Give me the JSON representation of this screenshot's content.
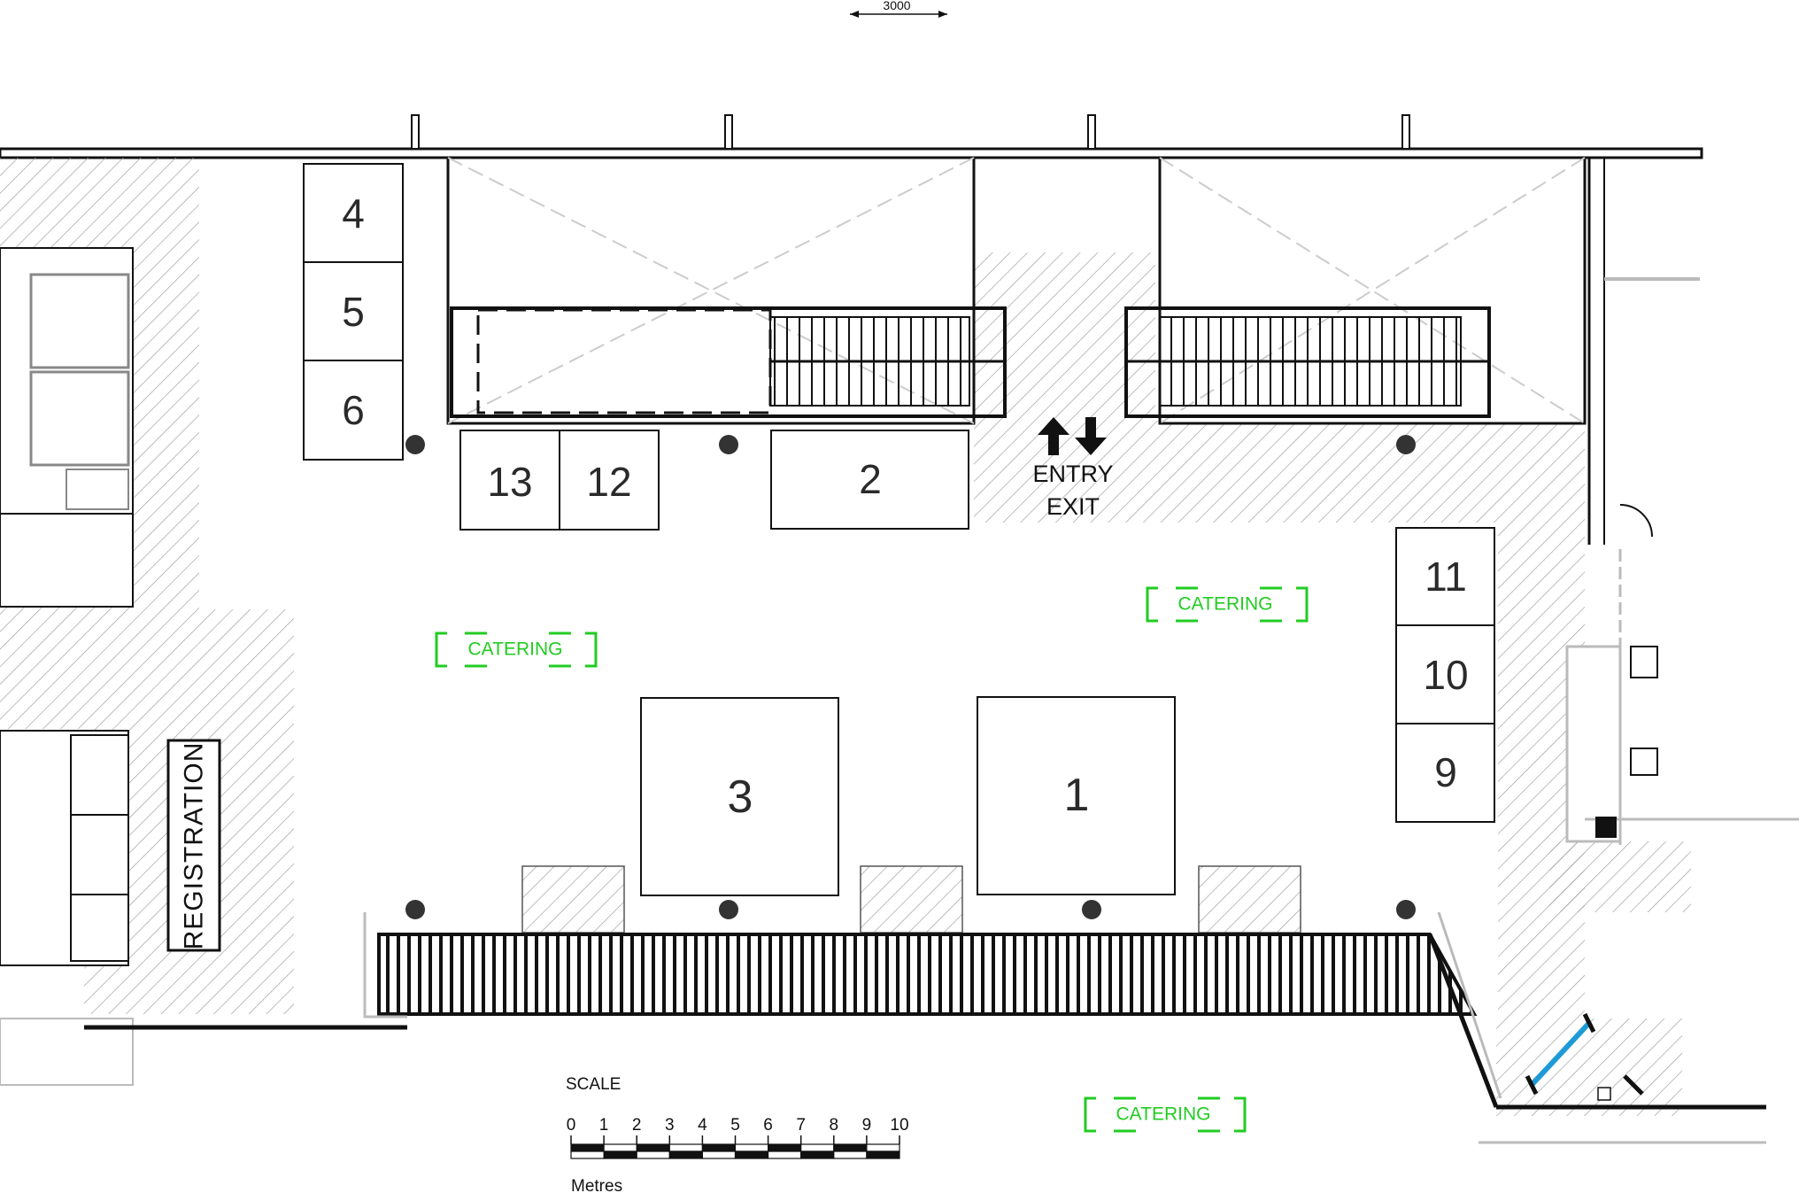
{
  "plan": {
    "dimension_label": "3000",
    "booths": [
      {
        "number": "4"
      },
      {
        "number": "5"
      },
      {
        "number": "6"
      },
      {
        "number": "13"
      },
      {
        "number": "12"
      },
      {
        "number": "2"
      },
      {
        "number": "11"
      },
      {
        "number": "10"
      },
      {
        "number": "9"
      },
      {
        "number": "3"
      },
      {
        "number": "1"
      }
    ],
    "entry_label": "ENTRY",
    "exit_label": "EXIT",
    "catering_label": "CATERING",
    "registration_label": "REGISTRATION",
    "scale": {
      "title": "SCALE",
      "ticks": [
        "0",
        "1",
        "2",
        "3",
        "4",
        "5",
        "6",
        "7",
        "8",
        "9",
        "10"
      ],
      "unit": "Metres"
    },
    "colors": {
      "catering": "#22cc22",
      "line": "#111111",
      "hatch": "#9a9a9a",
      "accent": "#1e9bd7"
    }
  }
}
